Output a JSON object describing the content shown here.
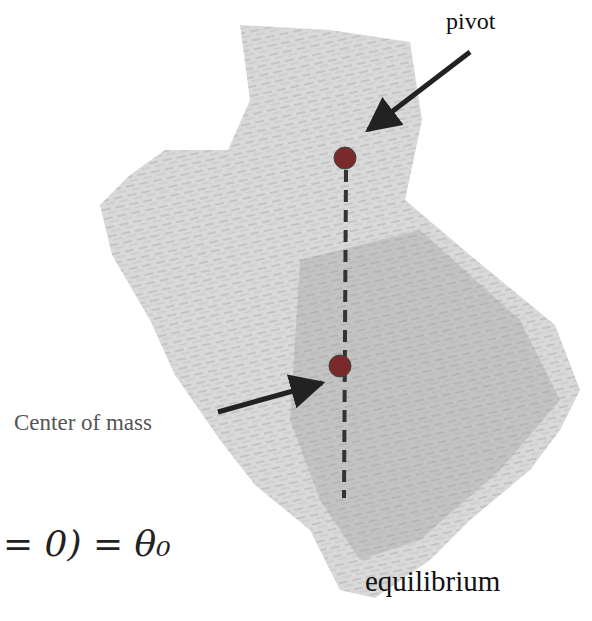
{
  "diagram": {
    "labels": [
      "pivot",
      "Center of mass",
      "equilibrium",
      "= 0) = θ₀"
    ]
  }
}
